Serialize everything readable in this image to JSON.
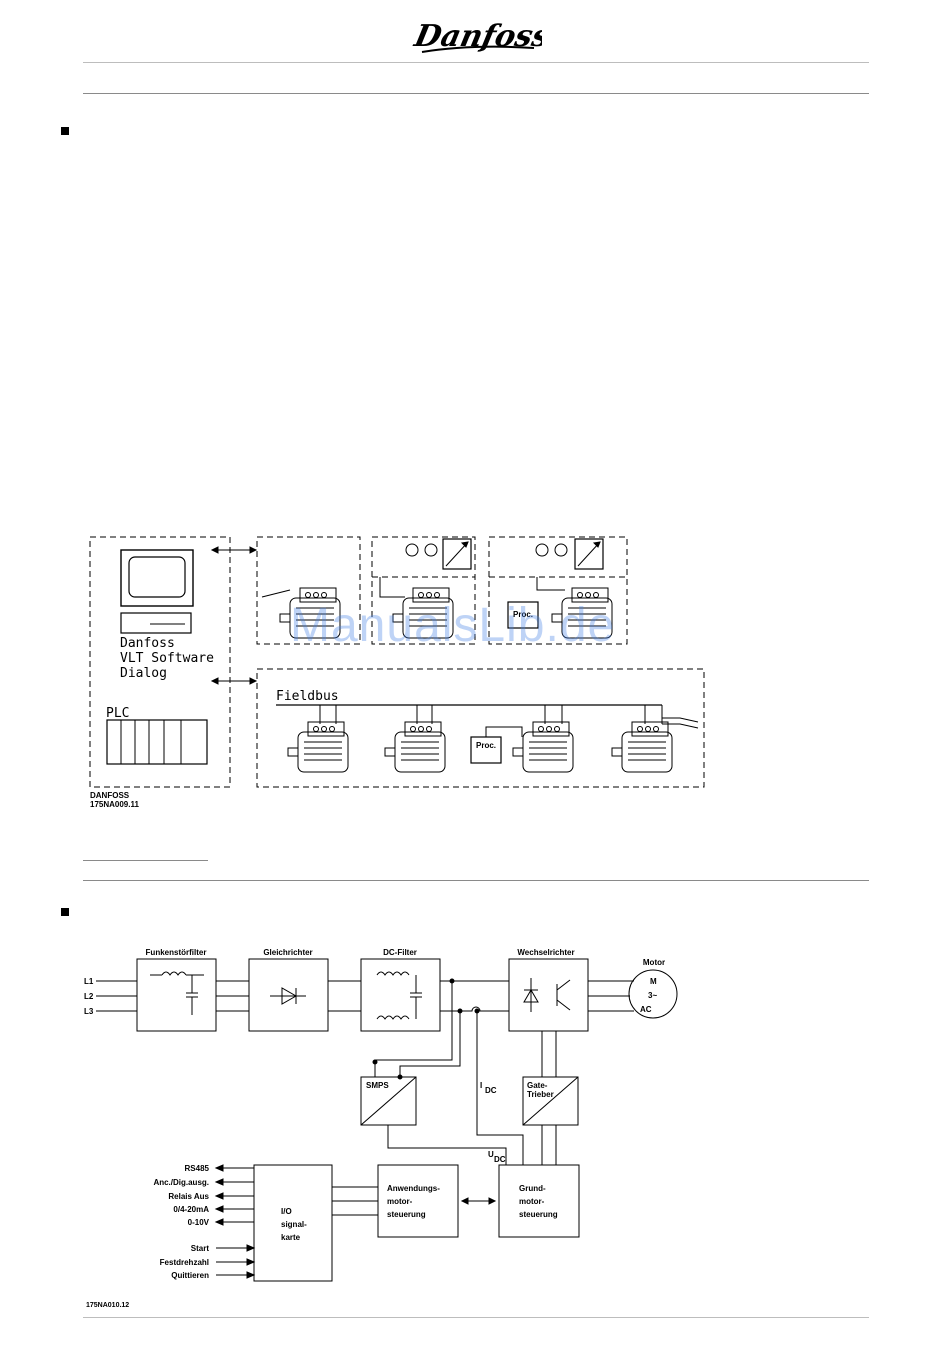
{
  "header": {
    "logo_text": "Danfoss"
  },
  "figure1": {
    "software_label_lines": [
      "Danfoss",
      "VLT Software",
      "Dialog"
    ],
    "plc_label": "PLC",
    "fieldbus_label": "Fieldbus",
    "proc_label": "Proc.",
    "caption_lines": [
      "DANFOSS",
      "175NA009.11"
    ]
  },
  "watermark": "ManualsLib.de",
  "figure2": {
    "blocks": {
      "rfi_filter": "Funkenstörfilter",
      "rectifier": "Gleichrichter",
      "dc_filter": "DC-Filter",
      "inverter": "Wechselrichter",
      "motor": "Motor",
      "motor_symbol_m": "M",
      "motor_symbol_phase": "3~",
      "motor_symbol_ac": "AC",
      "smps": "SMPS",
      "gate_driver_lines": [
        "Gate-",
        "Trieber"
      ],
      "io_card_lines": [
        "I/O",
        "signal-",
        "karte"
      ],
      "app_control_lines": [
        "Anwendungs-",
        "motor-",
        "steuerung"
      ],
      "base_control_lines": [
        "Grund-",
        "motor-",
        "steuerung"
      ]
    },
    "phases": [
      "L1",
      "L2",
      "L3"
    ],
    "idc_label": "I",
    "idc_sub": "DC",
    "udc_label": "U",
    "udc_sub": "DC",
    "io_outputs": [
      "RS485",
      "Anc./Dig.ausg.",
      "Relais Aus",
      "0/4-20mA",
      "0-10V"
    ],
    "io_inputs": [
      "Start",
      "Festdrehzahl",
      "Quittieren"
    ],
    "caption": "175NA010.12"
  }
}
